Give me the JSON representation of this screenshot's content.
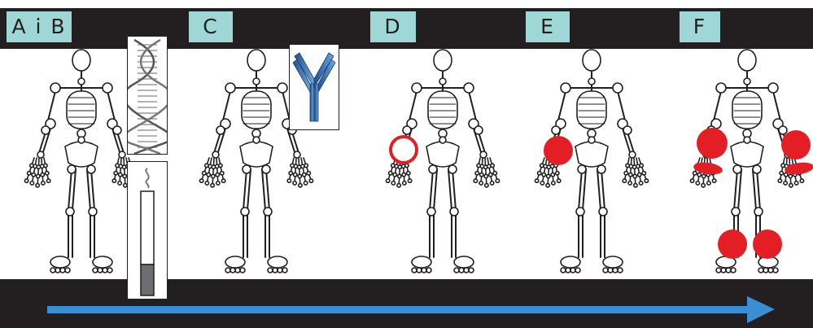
{
  "panels": [
    {
      "label": "A i B"
    },
    {
      "label": "C"
    },
    {
      "label": "D"
    },
    {
      "label": "E"
    },
    {
      "label": "F"
    }
  ],
  "icons": [
    "dna-helix-icon",
    "cigarette-icon",
    "antibody-icon"
  ],
  "colors": {
    "background": "#231f20",
    "tab": "#9fd6d6",
    "inflamed": "#e31e24",
    "arrow": "#3a8fd4"
  }
}
